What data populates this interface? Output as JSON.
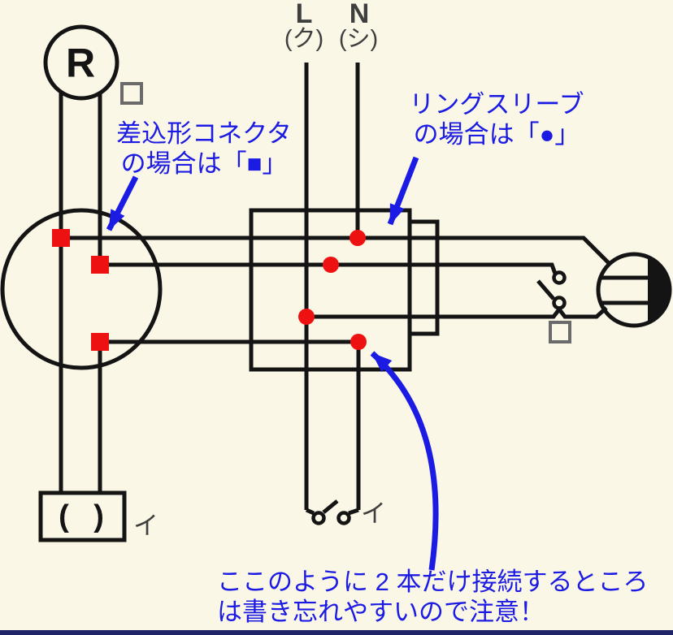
{
  "colors": {
    "background": "#fbf7e6",
    "wire": "#141414",
    "red": "#ee1111",
    "blue": "#1b1be4",
    "gray": "#6a6a6a",
    "label": "#3f3f3f",
    "footer": "#1f2468"
  },
  "source": {
    "l": "L",
    "l_name": "(ク)",
    "n": "N",
    "n_name": "(シ)"
  },
  "receptacle": {
    "letter": "R"
  },
  "bottom_device": {
    "label": "( )",
    "circuit": "イ"
  },
  "bottom_switch": {
    "circuit": "イ"
  },
  "annotations": {
    "connector": {
      "line1": "差込形コネクタ",
      "line2": "の場合は「■」"
    },
    "sleeve": {
      "line1": "リングスリーブ",
      "line2": "の場合は「●」"
    },
    "note": {
      "line1": "ここのように 2 本だけ接続するところ",
      "line2": "は書き忘れやすいので注意！"
    }
  },
  "marks": {
    "connector_mark": "■",
    "connector_count": 3,
    "ring_sleeve_mark": "●",
    "ring_sleeve_count": 4
  }
}
